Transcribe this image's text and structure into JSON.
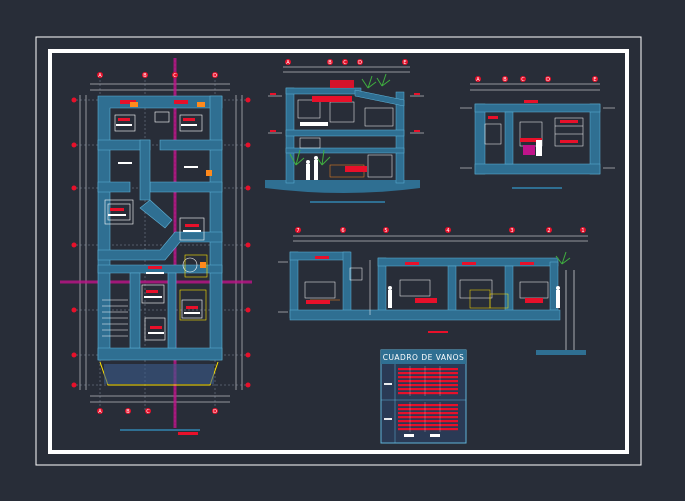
{
  "drawing": {
    "schedule_title": "CUADRO DE VANOS"
  },
  "grid_labels": {
    "plan_top": [
      "A",
      "B",
      "C",
      "D"
    ],
    "plan_bottom": [
      "A",
      "B",
      "C",
      "D"
    ],
    "section_top": [
      "A",
      "B",
      "C",
      "D",
      "E"
    ],
    "elevation_top": [
      "A",
      "B",
      "C",
      "D",
      "E"
    ],
    "long_section_top": [
      "7",
      "6",
      "5",
      "4",
      "3",
      "2",
      "1"
    ]
  },
  "colors": {
    "background": "#282d38",
    "frame": "#ffffff",
    "wall": "#2f6f92",
    "accent_red": "#e8102a",
    "accent_magenta": "#c0138a",
    "accent_yellow": "#ffe400",
    "accent_orange": "#ff8a1c",
    "accent_green": "#3fae3f"
  }
}
